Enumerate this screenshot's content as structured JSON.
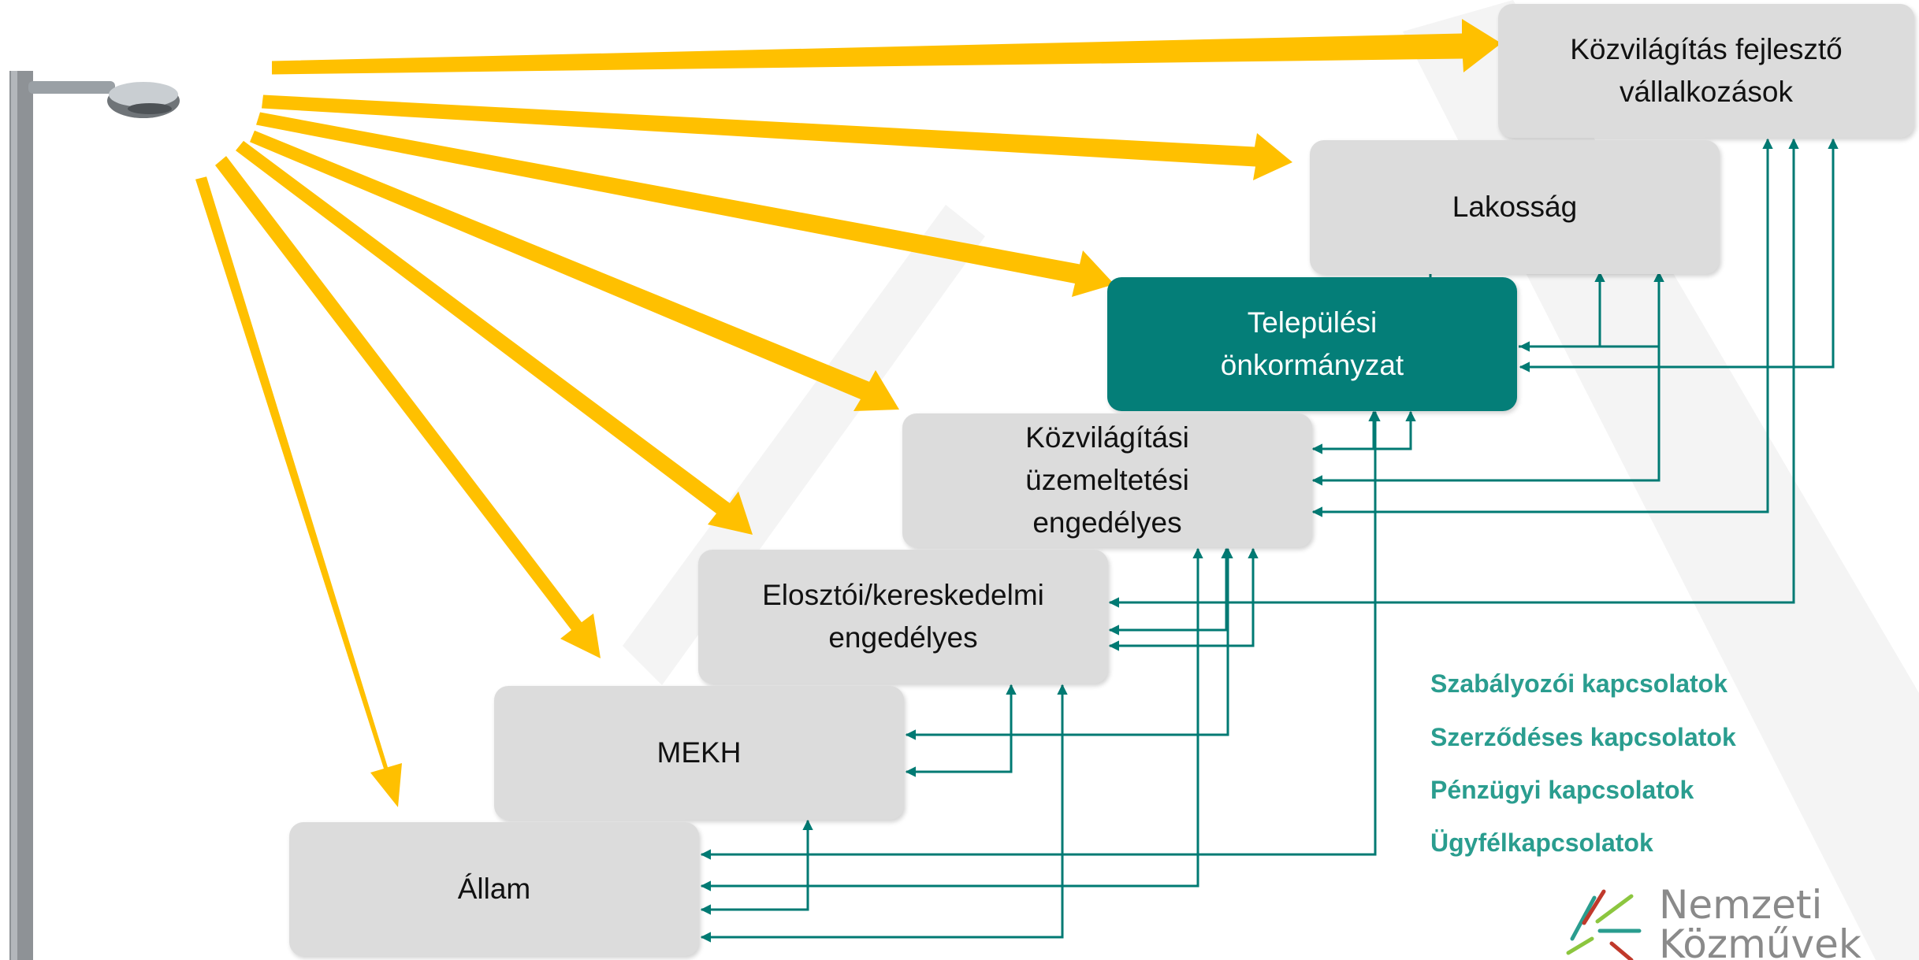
{
  "nodes": {
    "kozvilagitas_fejleszto": "Közvilágítás fejlesztő\nvállalkozások",
    "lakossag": "Lakosság",
    "telepulesi_onkormanyzat": "Települési\nönkormányzat",
    "kozvilagitasi_uzemeltetesi": "Közvilágítási\nüzemeltetési\nengedélyes",
    "eloszto_kereskedelmi": "Elosztói/kereskedelmi\nengedélyes",
    "mekh": "MEKH",
    "allam": "Állam"
  },
  "legend": [
    "Szabályozói kapcsolatok",
    "Szerződéses kapcsolatok",
    "Pénzügyi kapcsolatok",
    "Ügyfélkapcsolatok"
  ],
  "logo": {
    "line1": "Nemzeti",
    "line2": "Közművek"
  },
  "colors": {
    "arrow_yellow": "#ffc000",
    "link_teal": "#007a73",
    "highlight_node": "#047e78",
    "node_gray": "#dcdcdc",
    "legend_text": "#2a9d8f"
  },
  "icons": [
    "street-lamp-icon",
    "nemzeti-kozmuvek-logo-icon"
  ]
}
